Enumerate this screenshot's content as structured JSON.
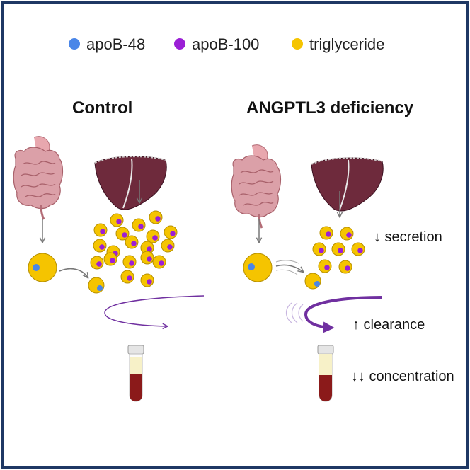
{
  "legend": [
    {
      "label": "apoB-48",
      "color": "#4a86e8"
    },
    {
      "label": "apoB-100",
      "color": "#9b1fd6"
    },
    {
      "label": "triglyceride",
      "color": "#f5c400"
    }
  ],
  "panels": {
    "control": {
      "title": "Control"
    },
    "deficiency": {
      "title": "ANGPTL3 deficiency",
      "secretion": "↓ secretion",
      "clearance": "↑ clearance",
      "concentration": "↓↓ concentration"
    }
  },
  "colors": {
    "border": "#1f3864",
    "triglyceride": "#f5c400",
    "apoB48": "#4a86e8",
    "apoB100": "#9b1fd6",
    "liver": "#6e2a3c",
    "intestine": "#d99aa5",
    "blood": "#8b1a1a",
    "clearance_arrow": "#7030a0"
  }
}
